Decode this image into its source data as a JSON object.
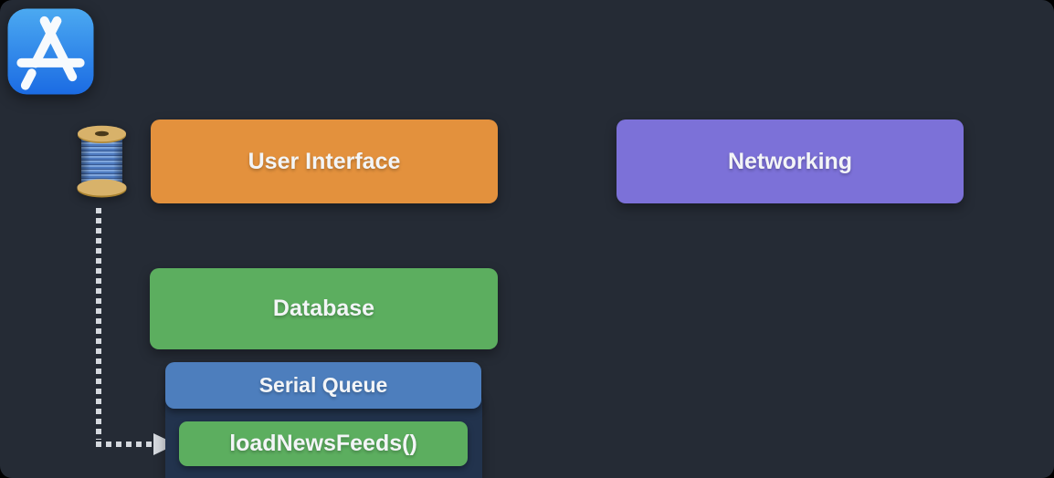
{
  "slide": {
    "background_color": "#252B35",
    "text_color": "#F3F5F7",
    "icons": {
      "app_store": "app-store-icon",
      "thread_spool": "thread-spool-icon"
    },
    "arrow": {
      "style": "dotted",
      "color": "#D5D9DF",
      "from": "thread-spool-icon",
      "to": "loadNewsFeeds()"
    },
    "boxes": {
      "user_interface": {
        "label": "User Interface",
        "color": "#E3913D"
      },
      "networking": {
        "label": "Networking",
        "color": "#7C71D8"
      },
      "database": {
        "label": "Database",
        "color": "#5CAE5F"
      },
      "serial_queue": {
        "label": "Serial Queue",
        "color": "#4D7EBD",
        "panel_color": "#22334D"
      },
      "task": {
        "label": "loadNewsFeeds()",
        "color": "#5CAE5F"
      }
    }
  }
}
